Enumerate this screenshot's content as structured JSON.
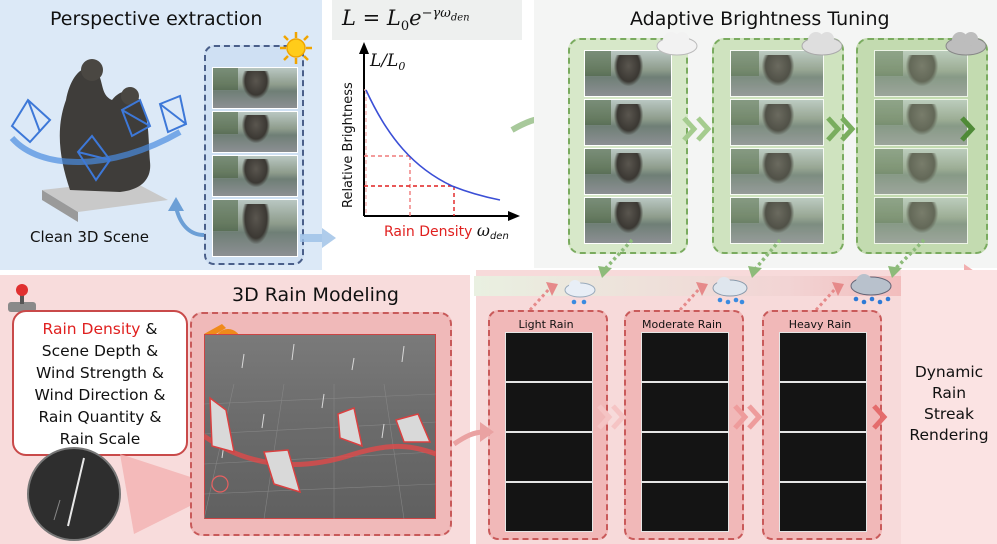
{
  "perspective": {
    "title": "Perspective extraction",
    "scene_label": "Clean 3D Scene",
    "sun_icon": "sun-icon"
  },
  "graph": {
    "formula": "L = L₀e⁻ᵞᵂᵈᵉⁿ",
    "formula_main": "L = L",
    "formula_sub": "0",
    "formula_exp": "e",
    "formula_exp_sup": "−γω",
    "formula_exp_sub": "den",
    "y_axis_label": "Relative Brightness",
    "y_top_label_main": "L/L",
    "y_top_label_sub": "0",
    "x_axis_label_main": "Rain Density ",
    "x_axis_label_omega": "ω",
    "x_axis_label_sub": "den",
    "curve_color": "#3b4fd6",
    "guide_colors": [
      "#f3b3b3",
      "#ef7a7a",
      "#e02020"
    ]
  },
  "adaptive": {
    "title": "Adaptive Brightness Tuning",
    "cloud_icons": [
      "light-cloud-icon",
      "medium-cloud-icon",
      "dark-cloud-icon"
    ],
    "accent": "#7aab5f"
  },
  "rain_modeling": {
    "title": "3D Rain Modeling",
    "params": [
      {
        "text": "Rain Density",
        "suffix": " &",
        "highlight": true
      },
      {
        "text": "Scene Depth &",
        "suffix": "",
        "highlight": false
      },
      {
        "text": "Wind Strength &",
        "suffix": "",
        "highlight": false
      },
      {
        "text": "Wind Direction &",
        "suffix": "",
        "highlight": false
      },
      {
        "text": "Rain Quantity &",
        "suffix": "",
        "highlight": false
      },
      {
        "text": "Rain Scale",
        "suffix": "",
        "highlight": false
      }
    ],
    "highlight_color": "#e0201f",
    "icons": [
      "joystick-icon",
      "blender-logo-icon"
    ]
  },
  "streaks": {
    "labels": [
      "Light Rain",
      "Moderate Rain",
      "Heavy Rain"
    ],
    "rain_icons": [
      "light-rain-cloud-icon",
      "moderate-rain-cloud-icon",
      "heavy-rain-cloud-icon"
    ]
  },
  "dynamic": {
    "lines": [
      "Dynamic",
      "Rain",
      "Streak",
      "Rendering"
    ]
  }
}
